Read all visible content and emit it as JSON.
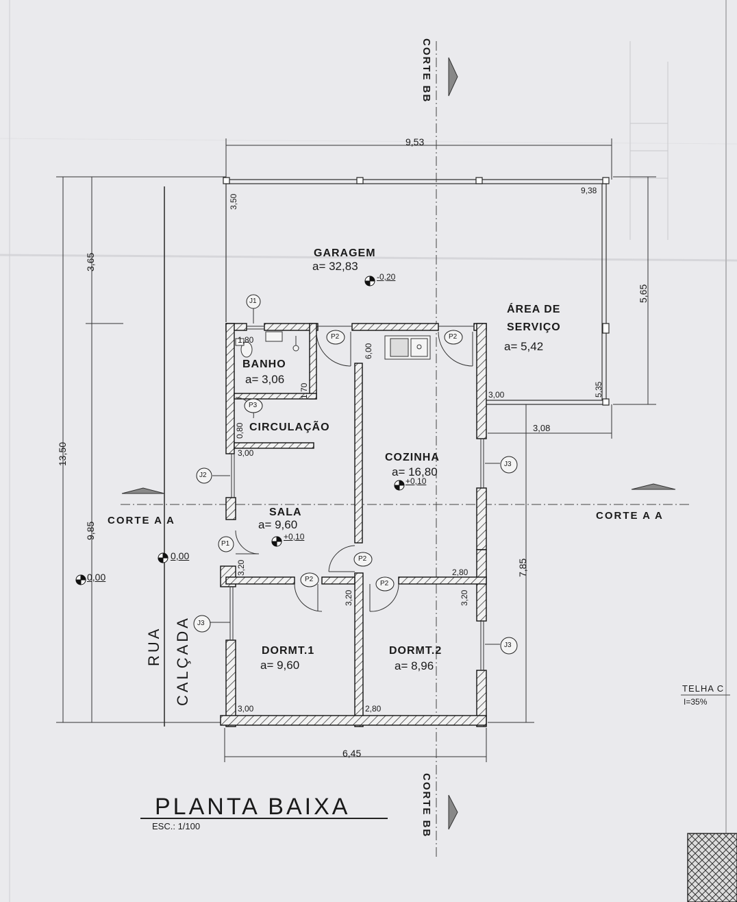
{
  "title": "PLANTA BAIXA",
  "scale": "ESC.: 1/100",
  "rooms": {
    "garagem": {
      "name": "GARAGEM",
      "area": "a= 32,83",
      "level": "-0,20"
    },
    "area_servico": {
      "name_1": "ÁREA DE",
      "name_2": "SERVIÇO",
      "area": "a= 5,42"
    },
    "banho": {
      "name": "BANHO",
      "area": "a= 3,06"
    },
    "circulacao": {
      "name": "CIRCULAÇÃO"
    },
    "cozinha": {
      "name": "COZINHA",
      "area": "a= 16,80",
      "level": "+0,10"
    },
    "sala": {
      "name": "SALA",
      "area": "a= 9,60",
      "level": "+0,10"
    },
    "dormt1": {
      "name": "DORMT.1",
      "area": "a= 9,60"
    },
    "dormt2": {
      "name": "DORMT.2",
      "area": "a= 8,96"
    }
  },
  "dimensions": {
    "top_width": "9,53",
    "inner_top": "9,38",
    "bottom_width": "6,45",
    "total_height": "13,50",
    "left_upper": "3,65",
    "left_lower": "9,85",
    "right_upper": "5,65",
    "right_lower": "7,85",
    "garage_depth": "3,50",
    "service_depth": "5,35",
    "service_wall": "3,00",
    "service_offset": "3,08",
    "bath_width": "1,80",
    "bath_depth": "1,70",
    "circ_width": "0,80",
    "circ_length": "3,00",
    "kitchen_depth": "6,00",
    "sala_depth": "3,20",
    "hall_width": "2,80",
    "dorm2_depth_a": "3,20",
    "dorm2_depth_b": "3,20",
    "dorm1_width": "3,00",
    "dorm2_width": "2,80"
  },
  "street": {
    "rua": "RUA",
    "calcada": "CALÇADA",
    "level_street": "0,00",
    "level_sidewalk": "0,00"
  },
  "sections": {
    "aa": "CORTE A A",
    "bb": "CORTE BB"
  },
  "roof": {
    "label": "TELHA C",
    "slope": "I=35%"
  },
  "tags": {
    "j1": "J1",
    "j2": "J2",
    "j3": "J3",
    "p1": "P1",
    "p2": "P2",
    "p3": "P3"
  }
}
